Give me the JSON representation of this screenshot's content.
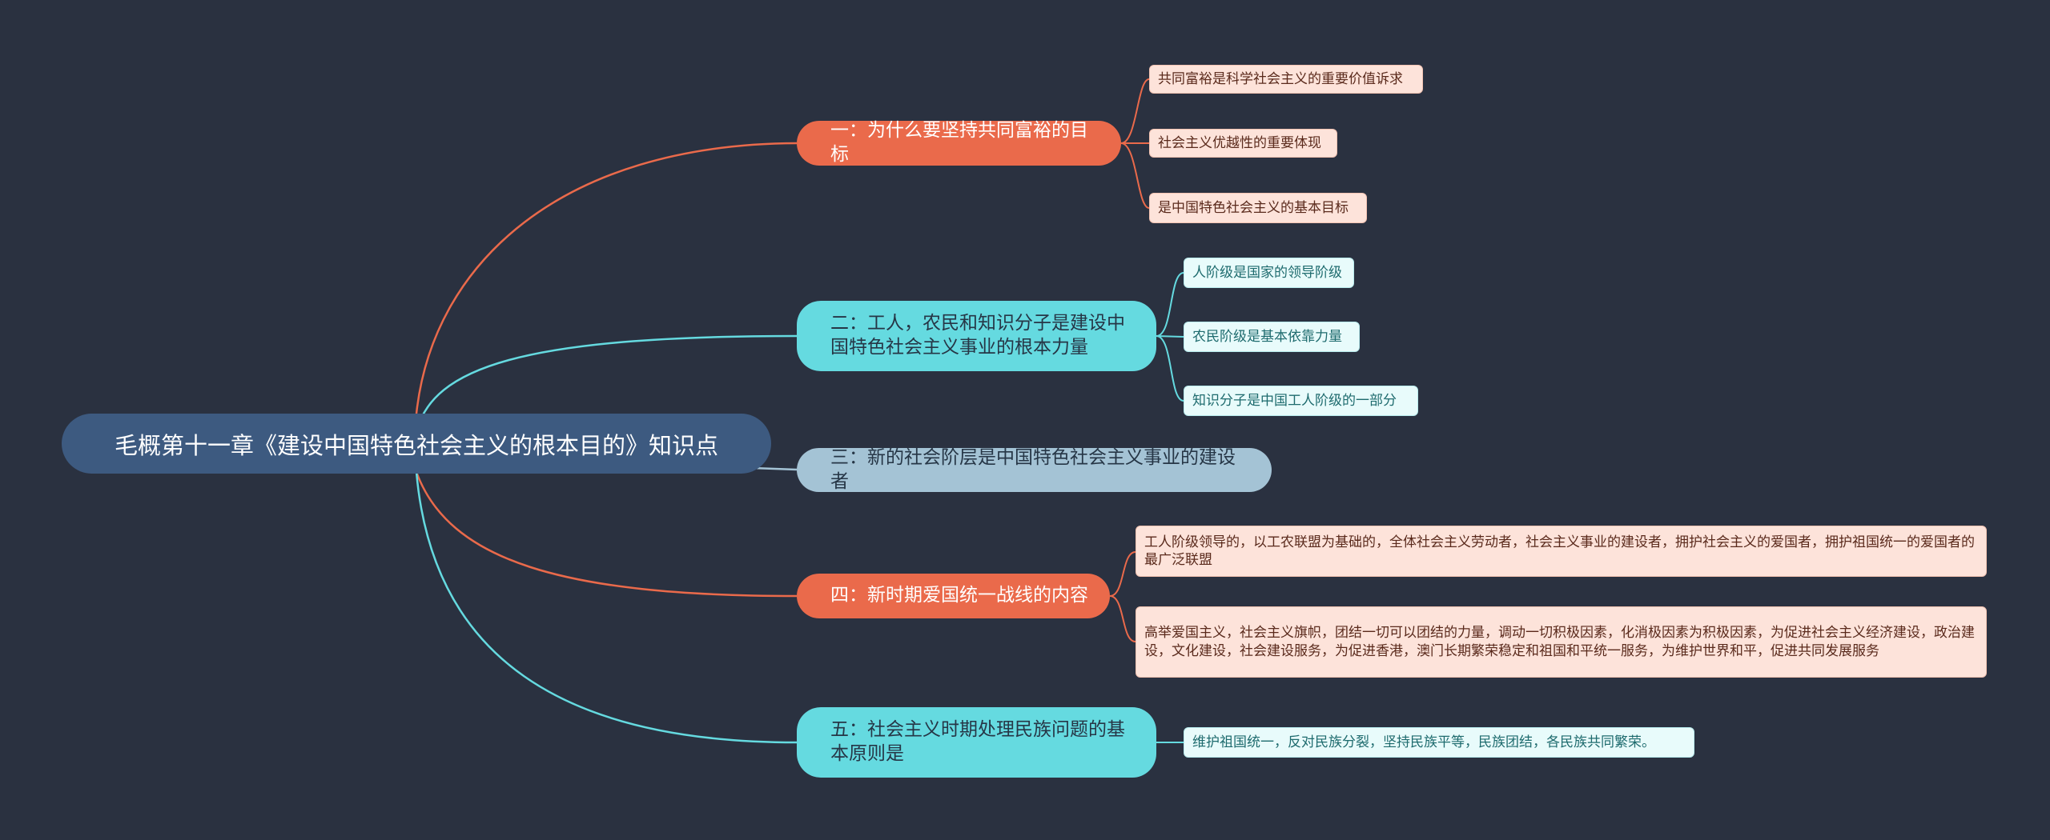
{
  "colors": {
    "background": "#2a3140",
    "root": "#3d5a80",
    "orange": "#ea6a4b",
    "cyan": "#65dae0",
    "steel": "#a4c3d5",
    "peach_leaf": "#fde3da",
    "mint_leaf": "#e8fbfb"
  },
  "mindmap": {
    "root": "毛概第十一章《建设中国特色社会主义的根本目的》知识点",
    "branches": [
      {
        "label": "一：为什么要坚持共同富裕的目标",
        "children": [
          "共同富裕是科学社会主义的重要价值诉求",
          "社会主义优越性的重要体现",
          "是中国特色社会主义的基本目标"
        ]
      },
      {
        "label": "二：工人，农民和知识分子是建设中国特色社会主义事业的根本力量",
        "children": [
          "人阶级是国家的领导阶级",
          "农民阶级是基本依靠力量",
          "知识分子是中国工人阶级的一部分"
        ]
      },
      {
        "label": "三：新的社会阶层是中国特色社会主义事业的建设者",
        "children": []
      },
      {
        "label": "四：新时期爱国统一战线的内容",
        "children": [
          "工人阶级领导的，以工农联盟为基础的，全体社会主义劳动者，社会主义事业的建设者，拥护社会主义的爱国者，拥护祖国统一的爱国者的最广泛联盟",
          "高举爱国主义，社会主义旗帜，团结一切可以团结的力量，调动一切积极因素，化消极因素为积极因素，为促进社会主义经济建设，政治建设，文化建设，社会建设服务，为促进香港，澳门长期繁荣稳定和祖国和平统一服务，为维护世界和平，促进共同发展服务"
        ]
      },
      {
        "label": "五：社会主义时期处理民族问题的基本原则是",
        "children": [
          "维护祖国统一，反对民族分裂，坚持民族平等，民族团结，各民族共同繁荣。"
        ]
      }
    ]
  }
}
